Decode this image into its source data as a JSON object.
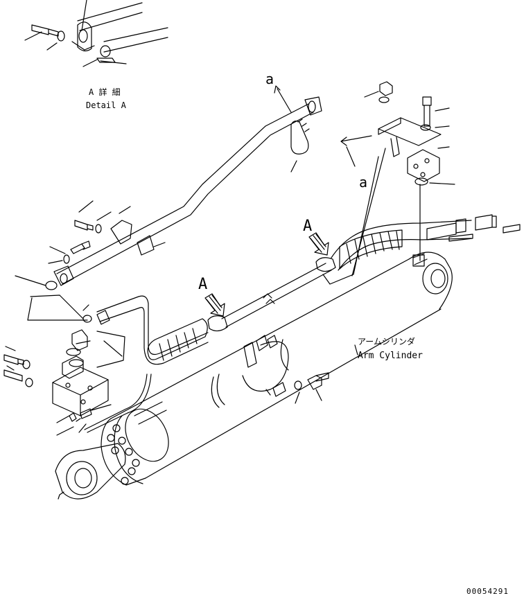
{
  "detail": {
    "title_jp": "A 詳 細",
    "title_en": "Detail A"
  },
  "view_markers": {
    "a_top": "a",
    "a_right": "a",
    "A_left": "A",
    "A_right": "A"
  },
  "callout": {
    "jp": "アームシリンダ",
    "en": "Arm Cylinder"
  },
  "drawing_number": "00054291",
  "colors": {
    "ink": "#000000",
    "paper": "#ffffff"
  }
}
